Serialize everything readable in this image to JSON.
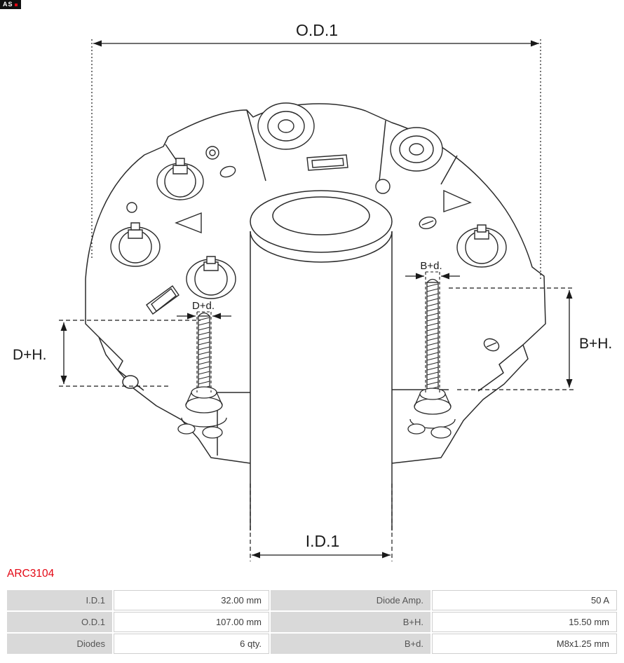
{
  "logo": {
    "text": "AS"
  },
  "part_number": "ARC3104",
  "diagram": {
    "labels": {
      "od1": "O.D.1",
      "id1": "I.D.1",
      "dplus_h": "D+H.",
      "bplus_h": "B+H.",
      "dplus_d": "D+d.",
      "bplus_d": "B+d."
    }
  },
  "spec_table": {
    "rows": [
      {
        "label1": "I.D.1",
        "value1": "32.00 mm",
        "label2": "Diode Amp.",
        "value2": "50 A"
      },
      {
        "label1": "O.D.1",
        "value1": "107.00 mm",
        "label2": "B+H.",
        "value2": "15.50 mm"
      },
      {
        "label1": "Diodes",
        "value1": "6 qty.",
        "label2": "B+d.",
        "value2": "M8x1.25 mm"
      }
    ]
  },
  "colors": {
    "part_number_red": "#e30613",
    "table_label_bg": "#d9d9d9",
    "line_color": "#2b2b2b"
  }
}
